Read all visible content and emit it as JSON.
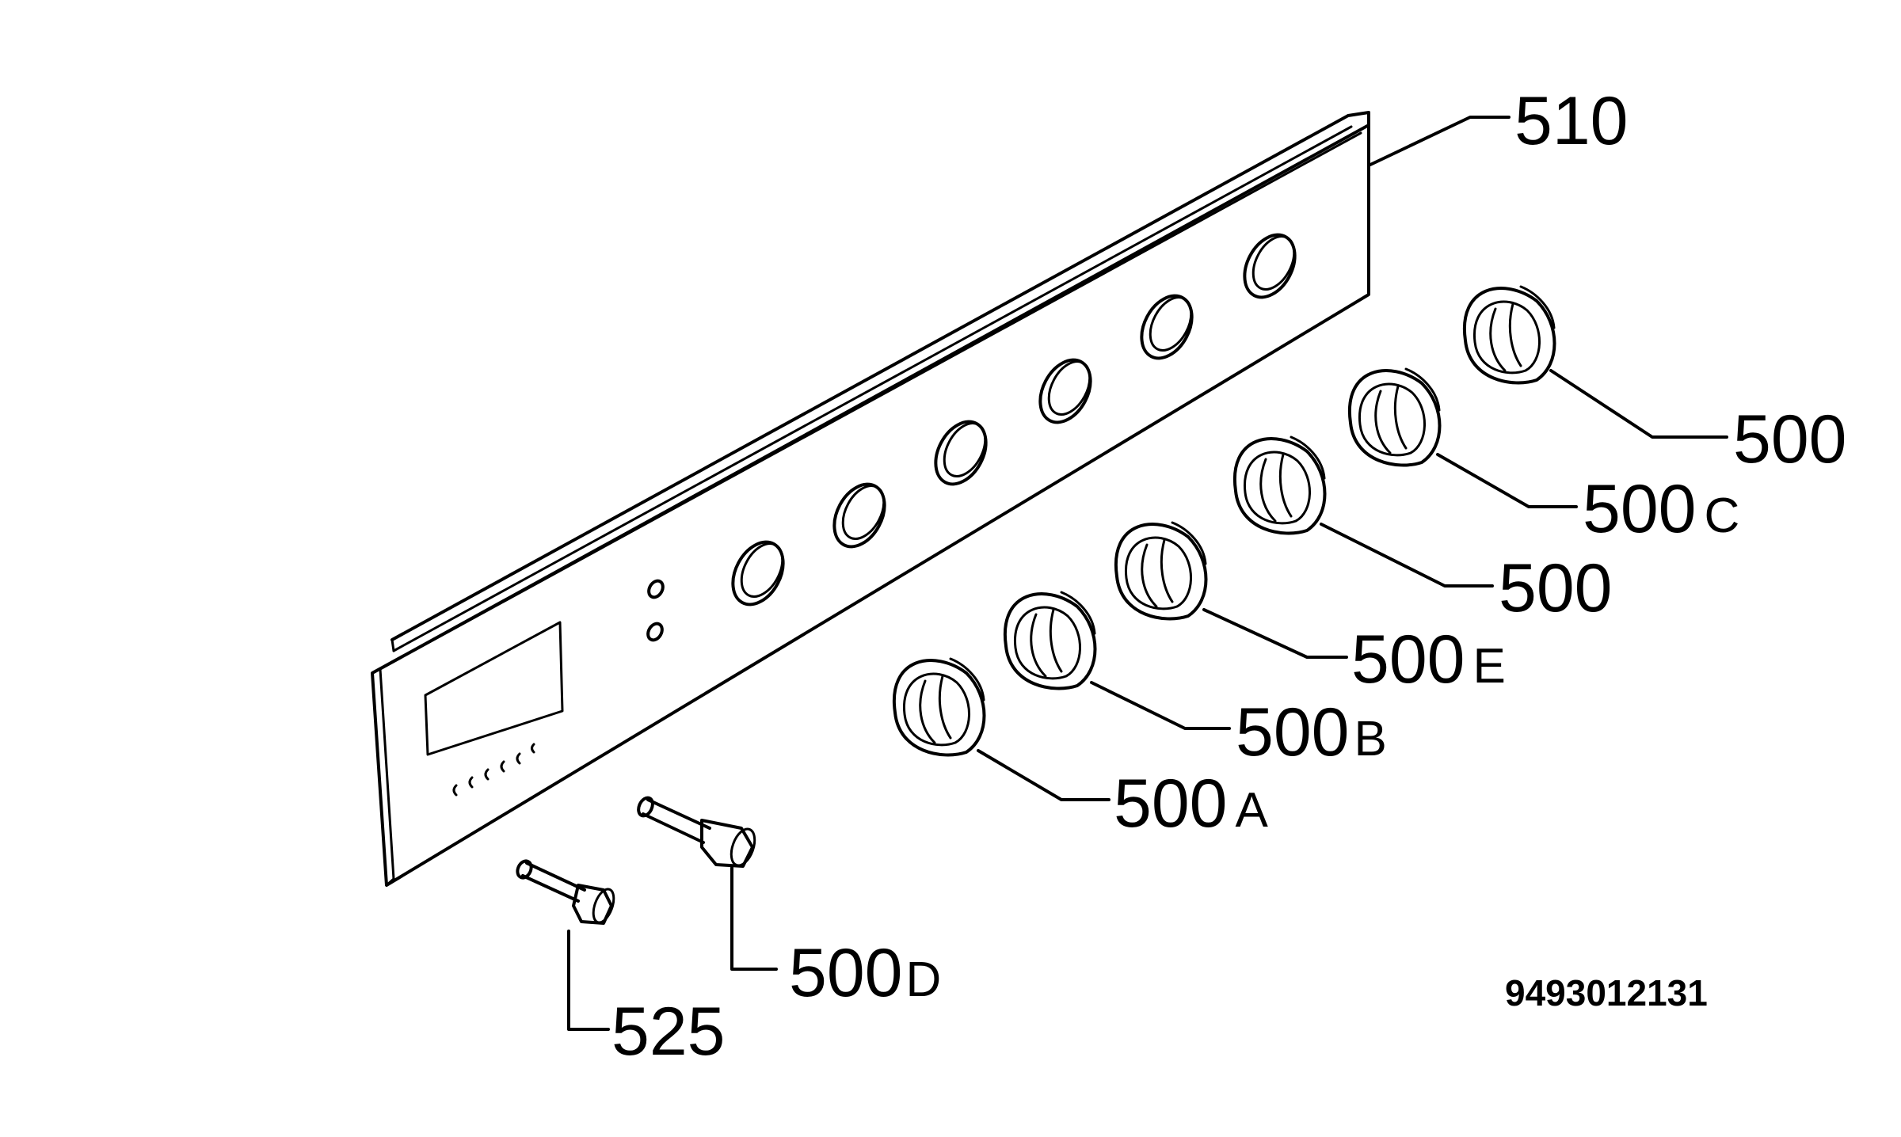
{
  "diagram": {
    "document_number": "9493012131",
    "callouts": {
      "c510": {
        "num": "510",
        "suffix": ""
      },
      "c500a": {
        "num": "500",
        "suffix": ""
      },
      "c500c": {
        "num": "500",
        "suffix": "C"
      },
      "c500b": {
        "num": "500",
        "suffix": ""
      },
      "c500e": {
        "num": "500",
        "suffix": "E"
      },
      "c500bb": {
        "num": "500",
        "suffix": "B"
      },
      "c500aa": {
        "num": "500",
        "suffix": "A"
      },
      "c500d": {
        "num": "500",
        "suffix": "D"
      },
      "c525": {
        "num": "525",
        "suffix": ""
      }
    }
  }
}
